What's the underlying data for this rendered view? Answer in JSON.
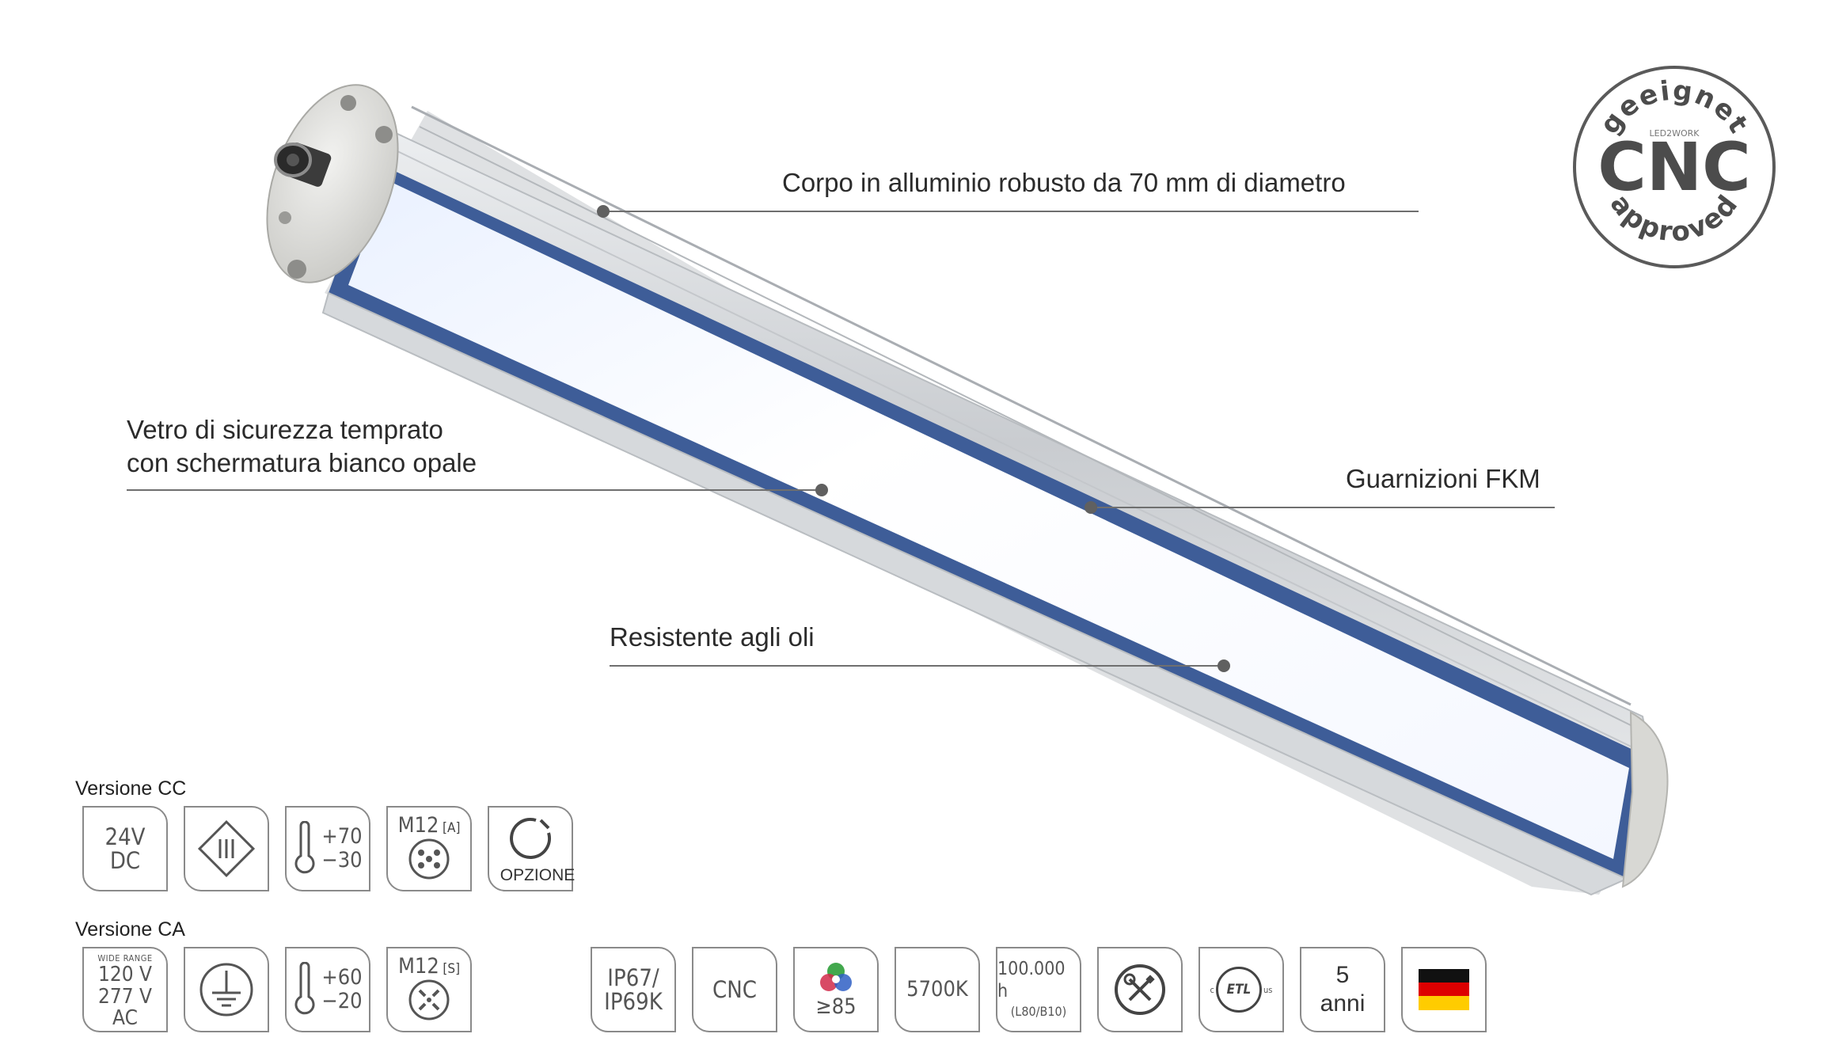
{
  "callouts": {
    "body": "Corpo in alluminio robusto da 70 mm di diametro",
    "glass_line1": "Vetro di sicurezza temprato",
    "glass_line2": "con schermatura bianco opale",
    "seals": "Guarnizioni FKM",
    "oil": "Resistente agli oli"
  },
  "badge": {
    "top_text": "geeignet",
    "brand": "LED2WORK",
    "main": "CNC",
    "bottom_text": "approved"
  },
  "dc": {
    "title": "Versione CC",
    "voltage_line1": "24V",
    "voltage_line2": "DC",
    "temp_high": "+70",
    "temp_low": "−30",
    "connector": "M12",
    "connector_code": "[A]",
    "option_label": "OPZIONE"
  },
  "ac": {
    "title": "Versione CA",
    "wide_range": "WIDE RANGE",
    "voltage_line1": "120 V",
    "voltage_line2": "277 V",
    "voltage_line3": "AC",
    "temp_high": "+60",
    "temp_low": "−20",
    "connector": "M12",
    "connector_code": "[S]"
  },
  "features": {
    "ip_line1": "IP67/",
    "ip_line2": "IP69K",
    "cnc": "CNC",
    "cri": "≥85",
    "cct": "5700K",
    "lifetime_line1": "100.000 h",
    "lifetime_line2": "(L80/B10)",
    "etl_left": "c",
    "etl_mark": "ETL",
    "etl_right": "us",
    "warranty_line1": "5",
    "warranty_line2": "anni"
  },
  "colors": {
    "frame_blue": "#3e5d98",
    "aluminum": "#d3d6d9",
    "line": "#6f6f6f",
    "flag_black": "#111111",
    "flag_red": "#dd0000",
    "flag_gold": "#ffcc00"
  }
}
